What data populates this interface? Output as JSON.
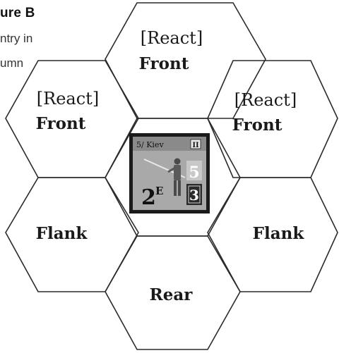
{
  "figure_caption": {
    "title": "ure B",
    "line1": "ntry in",
    "line2": "umn"
  },
  "hexes": {
    "top": {
      "bracket": "[React]",
      "label": "Front"
    },
    "upper_left": {
      "bracket": "[React]",
      "label": "Front"
    },
    "upper_right": {
      "bracket": "[React]",
      "label": "Front"
    },
    "lower_left": {
      "label": "Flank"
    },
    "lower_right": {
      "label": "Flank"
    },
    "bottom": {
      "label": "Rear"
    }
  },
  "counter": {
    "unit_name": "5/ Kiev",
    "unit_size_mark": "II",
    "quality": "2",
    "quality_superscript": "E",
    "morale": "5",
    "fire": "3",
    "colors": {
      "border": "#1a1a1a",
      "face": "#a9a9a9",
      "header": "#8a8a8a",
      "morale_box": "#c8c8c8",
      "fire_box": "#2a2a2a"
    }
  },
  "colors": {
    "hex_stroke": "#2a2a2a",
    "text": "#1a1a1a",
    "background": "#ffffff"
  }
}
